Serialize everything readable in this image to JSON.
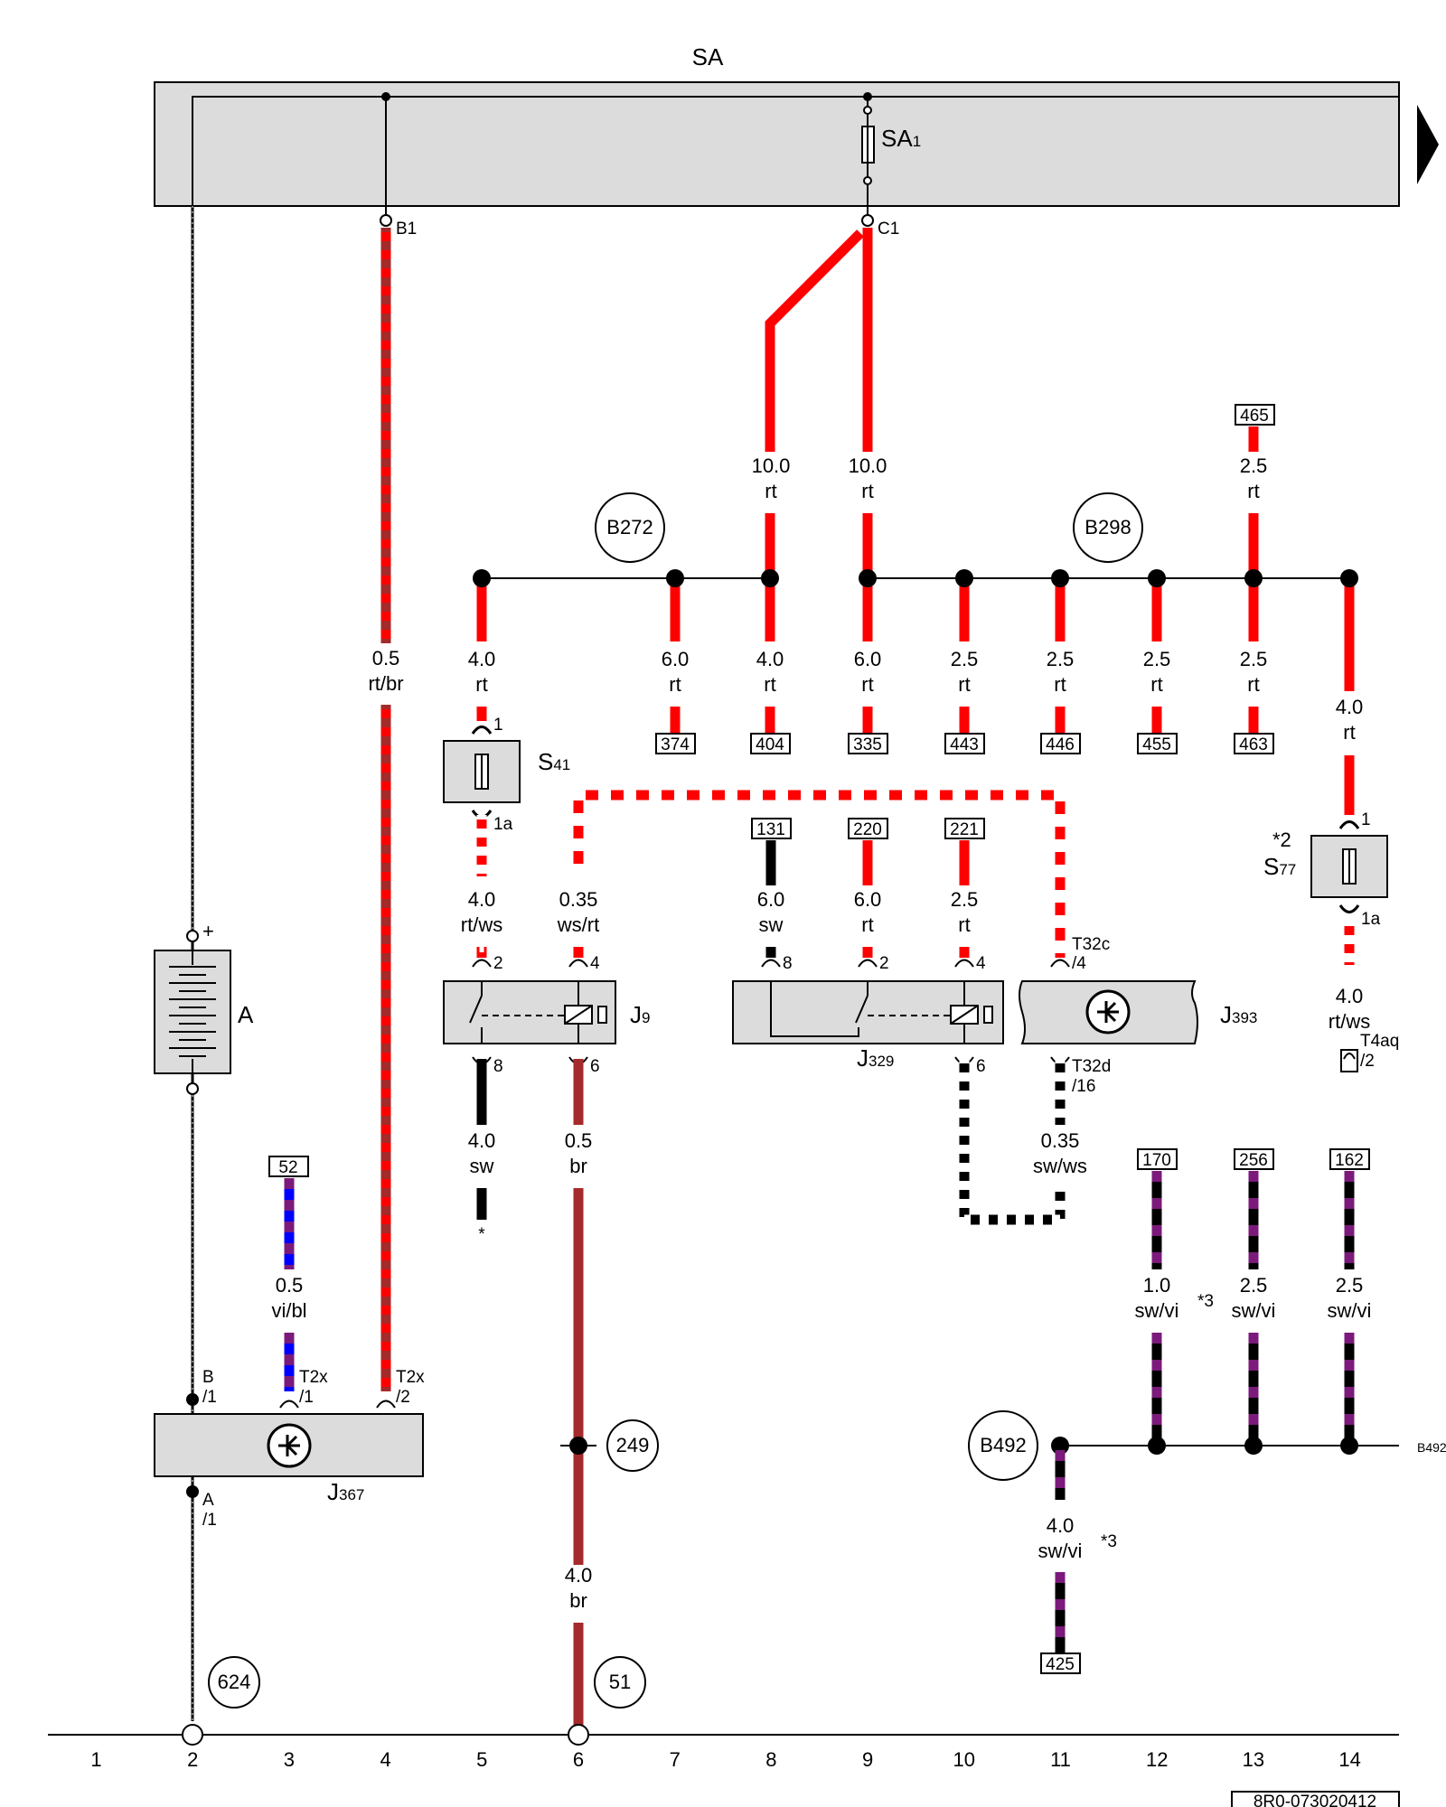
{
  "sa_label": "SA",
  "fuse_sa1": {
    "main": "SA",
    "sub": "1"
  },
  "terminals": {
    "b1": "B1",
    "c1": "C1"
  },
  "connector_refs": {
    "r465": "465",
    "r374": "374",
    "r404": "404",
    "r335": "335",
    "r443": "443",
    "r446": "446",
    "r455": "455",
    "r463": "463",
    "r131": "131",
    "r220": "220",
    "r221": "221",
    "r52": "52",
    "r170": "170",
    "r256": "256",
    "r162": "162",
    "r425": "425"
  },
  "splices": {
    "b272": "B272",
    "b298": "B298",
    "b492": "B492",
    "b492_edge": "B492"
  },
  "grounds": {
    "g624": "624",
    "g51": "51",
    "g249": "249"
  },
  "wires": {
    "w_10a": {
      "g": "10.0",
      "c": "rt"
    },
    "w_10b": {
      "g": "10.0",
      "c": "rt"
    },
    "w_465": {
      "g": "2.5",
      "c": "rt"
    },
    "w_col4": {
      "g": "0.5",
      "c": "rt/br"
    },
    "w_col5": {
      "g": "4.0",
      "c": "rt"
    },
    "w_374": {
      "g": "6.0",
      "c": "rt"
    },
    "w_404": {
      "g": "4.0",
      "c": "rt"
    },
    "w_335": {
      "g": "6.0",
      "c": "rt"
    },
    "w_443": {
      "g": "2.5",
      "c": "rt"
    },
    "w_446": {
      "g": "2.5",
      "c": "rt"
    },
    "w_455": {
      "g": "2.5",
      "c": "rt"
    },
    "w_463": {
      "g": "2.5",
      "c": "rt"
    },
    "w_col14": {
      "g": "4.0",
      "c": "rt"
    },
    "w_s41out": {
      "g": "4.0",
      "c": "rt/ws"
    },
    "w_wsrt": {
      "g": "0.35",
      "c": "ws/rt"
    },
    "w_131": {
      "g": "6.0",
      "c": "sw"
    },
    "w_220": {
      "g": "6.0",
      "c": "rt"
    },
    "w_221": {
      "g": "2.5",
      "c": "rt"
    },
    "w_s77out": {
      "g": "4.0",
      "c": "rt/ws"
    },
    "w_j9_8": {
      "g": "4.0",
      "c": "sw"
    },
    "w_j9_6": {
      "g": "0.5",
      "c": "br"
    },
    "w_j393": {
      "g": "0.35",
      "c": "sw/ws"
    },
    "w_52": {
      "g": "0.5",
      "c": "vi/bl"
    },
    "w_170": {
      "g": "1.0",
      "c": "sw/vi"
    },
    "w_256": {
      "g": "2.5",
      "c": "sw/vi"
    },
    "w_162": {
      "g": "2.5",
      "c": "sw/vi"
    },
    "w_br4": {
      "g": "4.0",
      "c": "br"
    },
    "w_425": {
      "g": "4.0",
      "c": "sw/vi"
    }
  },
  "fuses": {
    "s41": {
      "main": "S",
      "sub": "41",
      "pin_in": "1",
      "pin_out": "1a"
    },
    "s77": {
      "main": "S",
      "sub": "77",
      "pin_in": "1",
      "pin_out": "1a",
      "note": "*2"
    }
  },
  "components": {
    "battery": {
      "label": "A",
      "plus": "+"
    },
    "j9": {
      "main": "J",
      "sub": "9",
      "p2": "2",
      "p4": "4",
      "p8": "8",
      "p6": "6"
    },
    "j329": {
      "main": "J",
      "sub": "329",
      "p8": "8",
      "p2": "2",
      "p4": "4",
      "p6": "6"
    },
    "j393": {
      "main": "J",
      "sub": "393",
      "pin_in_a": "T32c",
      "pin_in_b": "/4",
      "pin_out_a": "T32d",
      "pin_out_b": "/16"
    },
    "j367": {
      "main": "J",
      "sub": "367",
      "b_a": "B",
      "b_b": "/1",
      "a_a": "A",
      "a_b": "/1",
      "t1a": "T2x",
      "t1b": "/1",
      "t2a": "T2x",
      "t2b": "/2"
    },
    "t4aq": {
      "a": "T4aq",
      "b": "/2"
    }
  },
  "notes": {
    "star": "*",
    "n3a": "*3",
    "n3b": "*3"
  },
  "columns": [
    "1",
    "2",
    "3",
    "4",
    "5",
    "6",
    "7",
    "8",
    "9",
    "10",
    "11",
    "12",
    "13",
    "14"
  ],
  "doc_number": "8R0-073020412",
  "colors": {
    "rt": "#ff0000",
    "br": "#a52a2a",
    "sw": "#000000",
    "vi": "#7b1a7b",
    "bl": "#0000ff",
    "box": "#dcdcdc"
  }
}
